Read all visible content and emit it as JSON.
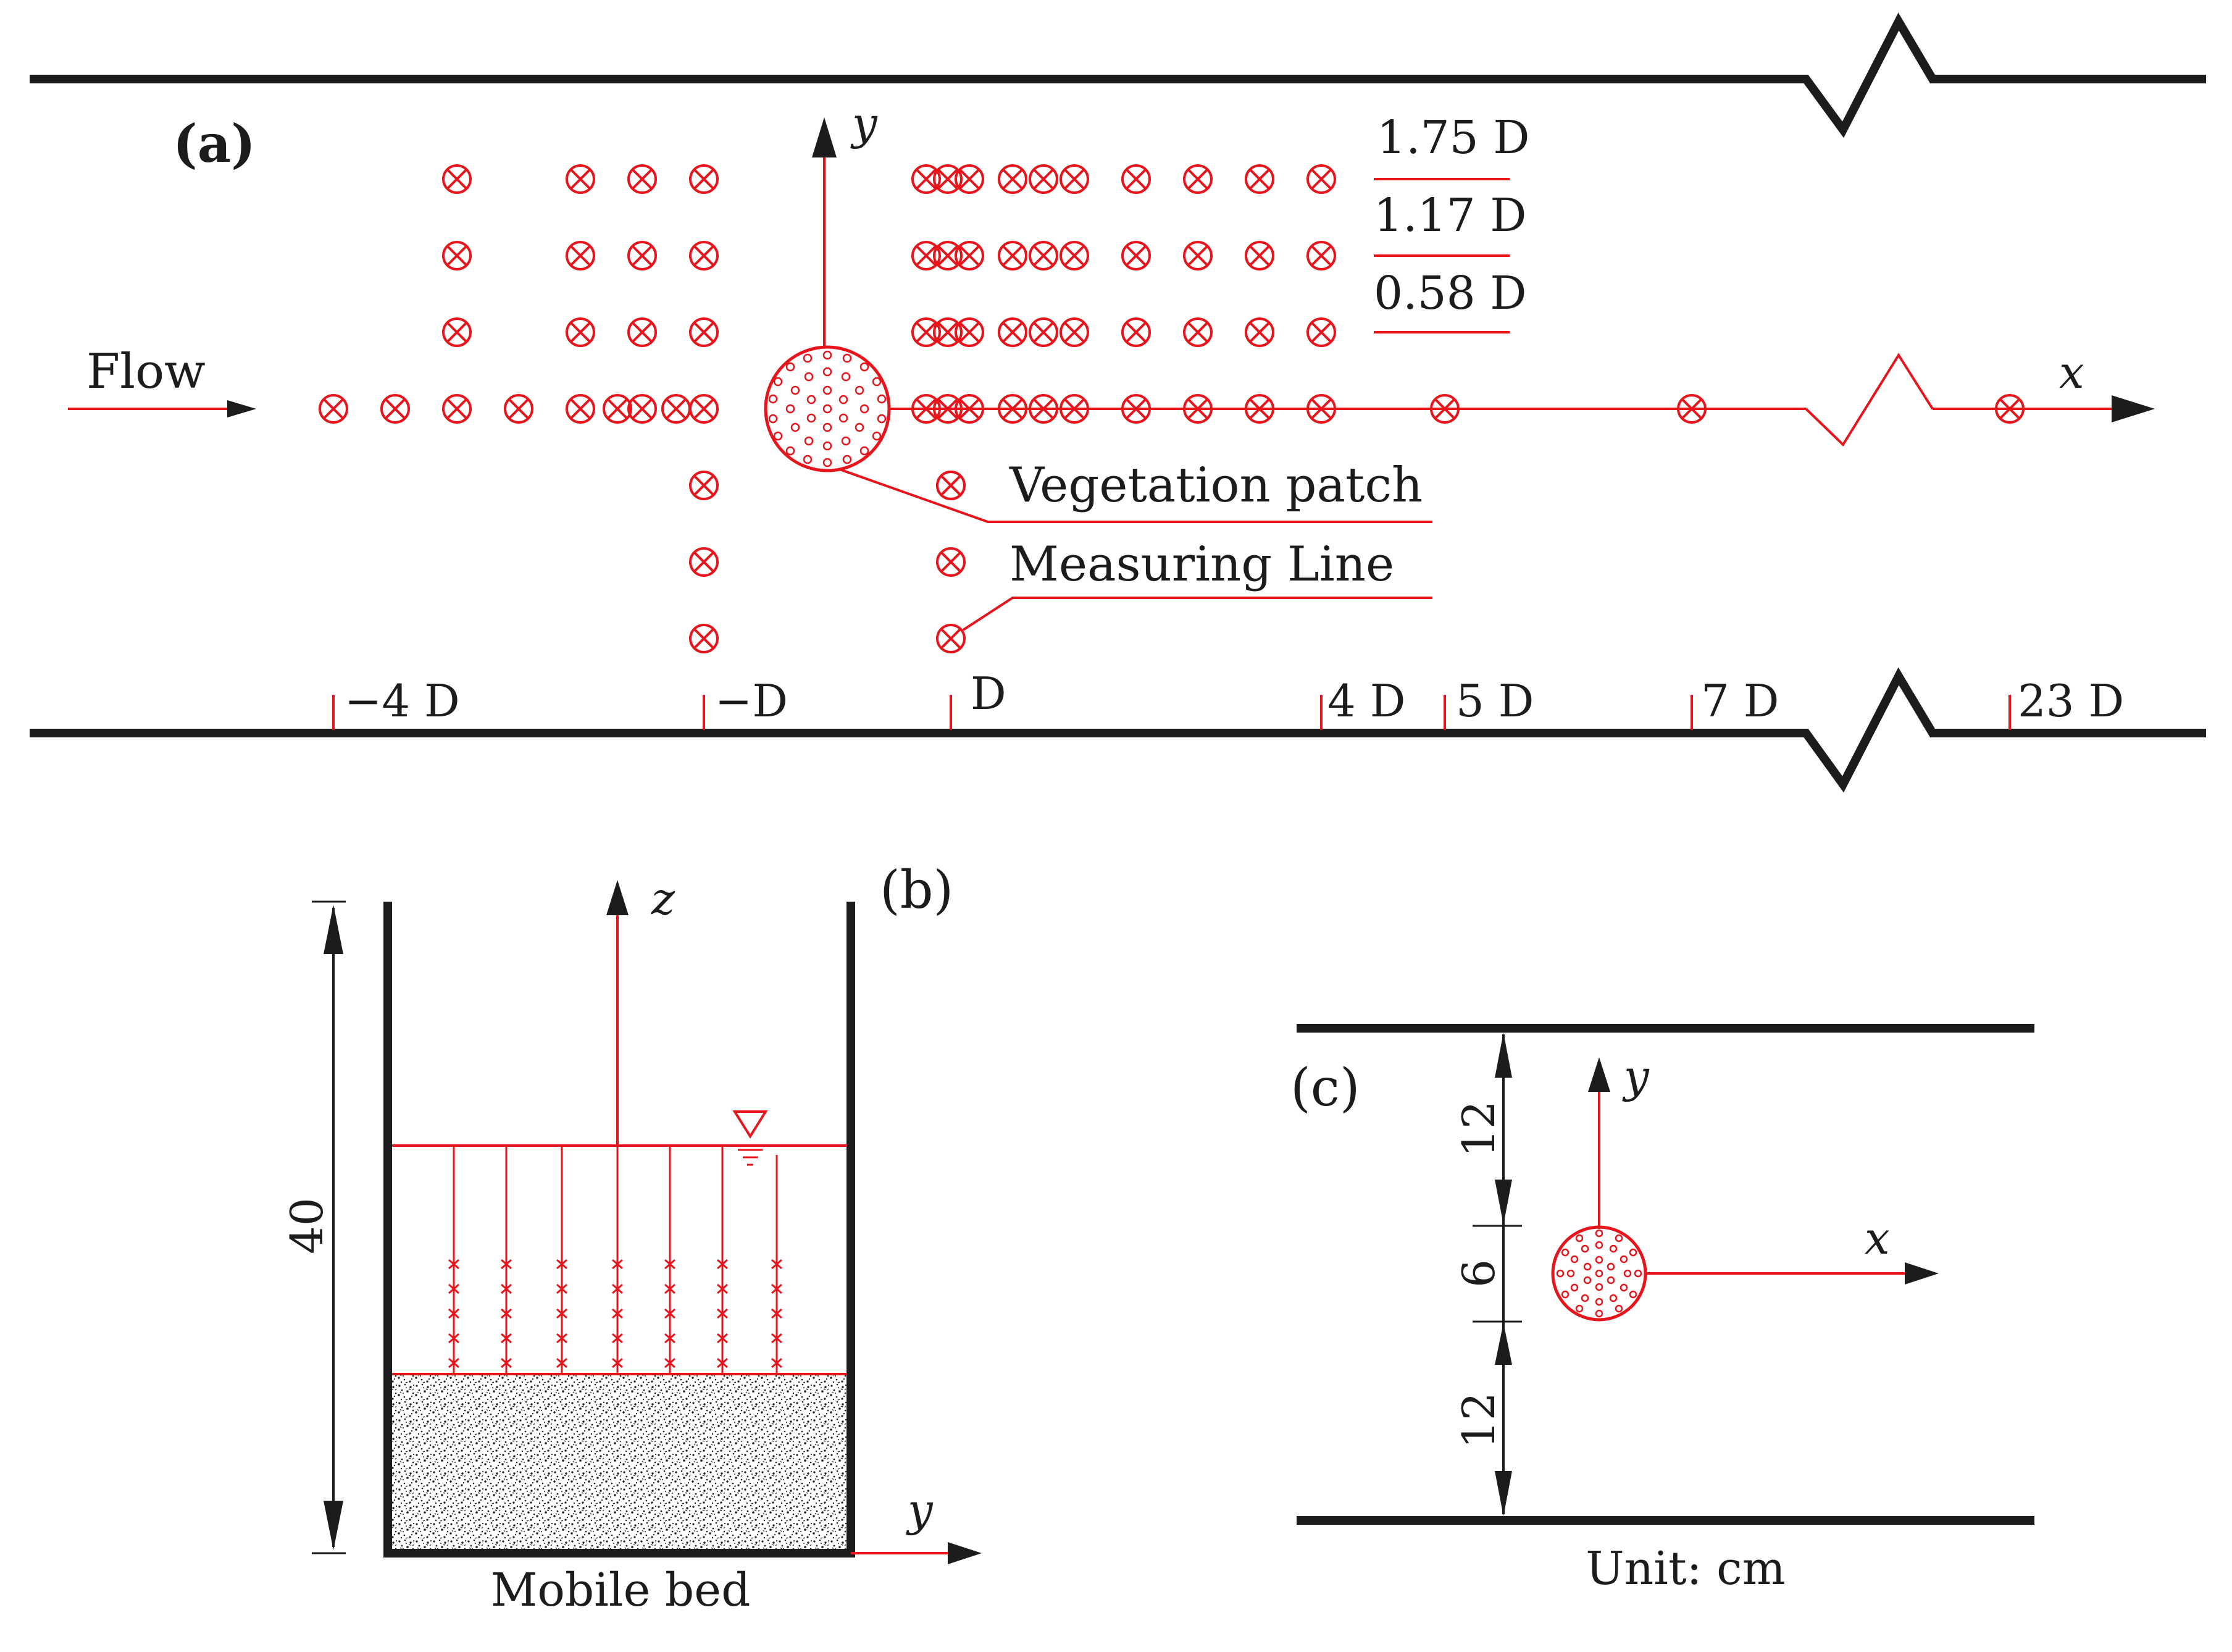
{
  "colors": {
    "ink": "#1c1c1c",
    "accent": "#e8141b",
    "grain": "#1f1f1f"
  },
  "panel_a": {
    "label": "(a)",
    "flow_label": "Flow",
    "axis_x": "x",
    "axis_y": "y",
    "row_labels": [
      "1.75 D",
      "1.17 D",
      "0.58 D"
    ],
    "legend_patch": "Vegetation patch",
    "legend_line": "Measuring Line",
    "x_ticks": [
      "−4 D",
      "−D",
      "D",
      "4 D",
      "5 D",
      "7 D",
      "23 D"
    ]
  },
  "panel_b": {
    "label": "(b)",
    "axis_z": "z",
    "axis_y": "y",
    "height_value": "40",
    "bed_label": "Mobile bed"
  },
  "panel_c": {
    "label": "(c)",
    "axis_x": "x",
    "axis_y": "y",
    "dims": [
      "12",
      "6",
      "12"
    ],
    "unit_label": "Unit: cm"
  }
}
